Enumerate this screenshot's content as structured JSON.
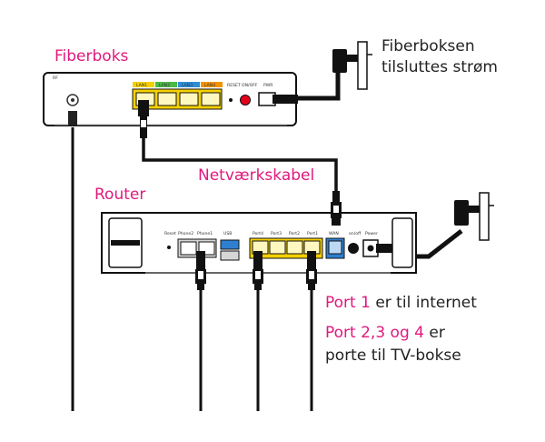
{
  "labels": {
    "fiberboks": "Fiberboks",
    "router": "Router",
    "netvaerkskabel": "Netværkskabel",
    "fiber_power_line1": "Fiberboksen",
    "fiber_power_line2": "tilsluttes strøm",
    "port1_highlight": "Port 1",
    "port1_rest": " er til internet",
    "ports_highlight": "Port 2,3 og 4",
    "ports_rest_line1": " er",
    "ports_rest_line2": "porte til TV-bokse"
  },
  "fiberbox_ports": {
    "rf": "RF",
    "lan1": "LAN1",
    "lan2": "LAN2",
    "lan3": "LAN3",
    "lan4": "LAN4",
    "reset": "RESET",
    "onoff": "ON/OFF",
    "pwr": "PWR"
  },
  "router_ports": {
    "reset": "Reset",
    "phone2": "Phone2",
    "phone1": "Phone1",
    "usb": "USB",
    "port4": "Port4",
    "port3": "Port3",
    "port2": "Port2",
    "port1": "Port1",
    "wan": "WAN",
    "onoff": "on/off",
    "power": "Power"
  },
  "colors": {
    "accent": "#e0197d",
    "text": "#222222",
    "port_yellow": "#f5d000",
    "wan_blue": "#2e7fd0",
    "lan_green": "#4cb848",
    "lan_blue": "#2d8ed6",
    "lan_orange": "#f39200",
    "button_red": "#e3001b"
  }
}
